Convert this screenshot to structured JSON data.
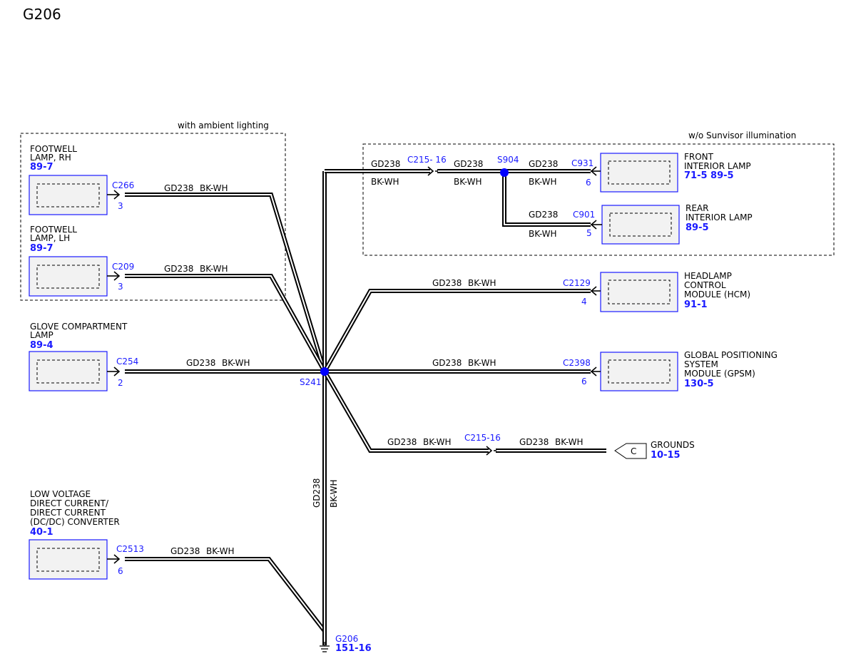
{
  "page_title": "G206",
  "colors": {
    "wire": "#000000",
    "connector": "#1a1aff",
    "splice": "#0000ff",
    "box_fill": "#f2f2f2"
  },
  "wire": {
    "circuit": "GD238",
    "color": "BK-WH"
  },
  "regions": {
    "ambient": "with ambient lighting",
    "sunvisor": "w/o Sunvisor illumination"
  },
  "components": {
    "footwell_rh": {
      "name_lines": [
        "FOOTWELL",
        "LAMP, RH"
      ],
      "ref": "89-7",
      "connector": "C266",
      "pin": "3"
    },
    "footwell_lh": {
      "name_lines": [
        "FOOTWELL",
        "LAMP, LH"
      ],
      "ref": "89-7",
      "connector": "C209",
      "pin": "3"
    },
    "glove": {
      "name_lines": [
        "GLOVE COMPARTMENT",
        "LAMP"
      ],
      "ref": "89-4",
      "connector": "C254",
      "pin": "2"
    },
    "dcdc": {
      "name_lines": [
        "LOW VOLTAGE",
        "DIRECT CURRENT/",
        "DIRECT CURRENT",
        "(DC/DC) CONVERTER"
      ],
      "ref": "40-1",
      "connector": "C2513",
      "pin": "6"
    },
    "front_interior": {
      "name_lines": [
        "FRONT",
        "INTERIOR LAMP"
      ],
      "ref": "71-5  89-5",
      "connector": "C931",
      "pin": "6"
    },
    "rear_interior": {
      "name_lines": [
        "REAR",
        "INTERIOR LAMP"
      ],
      "ref": "89-5",
      "connector": "C901",
      "pin": "5"
    },
    "hcm": {
      "name_lines": [
        "HEADLAMP",
        "CONTROL",
        "MODULE (HCM)"
      ],
      "ref": "91-1",
      "connector": "C2129",
      "pin": "4"
    },
    "gpsm": {
      "name_lines": [
        "GLOBAL POSITIONING",
        "SYSTEM",
        "MODULE (GPSM)"
      ],
      "ref": "130-5",
      "connector": "C2398",
      "pin": "6"
    }
  },
  "inline_connectors": {
    "upper": "C215- 16",
    "lower": "C215-16"
  },
  "splices": {
    "main": "S241",
    "upper": "S904"
  },
  "grounds": {
    "label": "GROUNDS",
    "ref": "10-15",
    "badge": "C"
  },
  "ground_point": {
    "label": "G206",
    "ref": "151-16"
  }
}
